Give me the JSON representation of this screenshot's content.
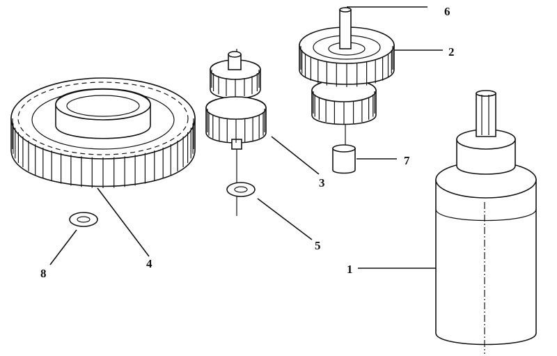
{
  "callouts": [
    {
      "id": "6",
      "text": "6"
    },
    {
      "id": "2",
      "text": "2"
    },
    {
      "id": "3",
      "text": "3"
    },
    {
      "id": "7",
      "text": "7"
    },
    {
      "id": "4",
      "text": "4"
    },
    {
      "id": "5",
      "text": "5"
    },
    {
      "id": "8",
      "text": "8"
    },
    {
      "id": "1",
      "text": "1"
    }
  ]
}
